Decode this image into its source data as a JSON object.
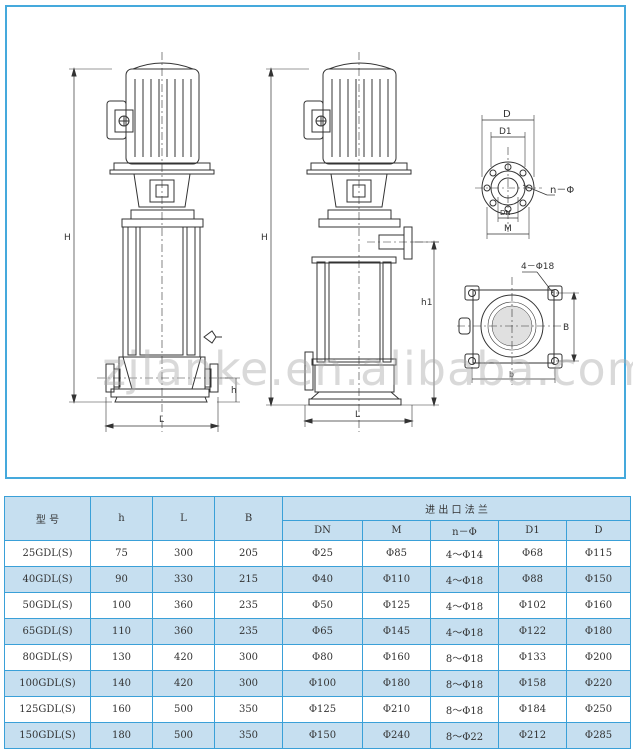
{
  "drawing": {
    "labels": {
      "H1": "H",
      "H2": "H",
      "h1": "h",
      "h2": "h1",
      "L1": "L",
      "L2": "L",
      "D": "D",
      "D1": "D1",
      "DN": "DN",
      "M": "M",
      "n_phi": "n－Φ",
      "holes": "4－Φ18",
      "B": "B",
      "b_small": "b"
    },
    "watermark": "zjlanke.en.alibaba.com",
    "line_color": "#333333",
    "border_color": "#45a9dc"
  },
  "table": {
    "header": {
      "model": "型  号",
      "h": "h",
      "L": "L",
      "B": "B",
      "flange": "进 出 口 法 兰",
      "DN": "DN",
      "M": "M",
      "n_phi": "n－Φ",
      "D1": "D1",
      "D": "D"
    },
    "rows": [
      {
        "model": "25GDL(S)",
        "h": "75",
        "L": "300",
        "B": "205",
        "DN": "Φ25",
        "M": "Φ85",
        "n_phi": "4～Φ14",
        "D1": "Φ68",
        "D": "Φ115"
      },
      {
        "model": "40GDL(S)",
        "h": "90",
        "L": "330",
        "B": "215",
        "DN": "Φ40",
        "M": "Φ110",
        "n_phi": "4～Φ18",
        "D1": "Φ88",
        "D": "Φ150"
      },
      {
        "model": "50GDL(S)",
        "h": "100",
        "L": "360",
        "B": "235",
        "DN": "Φ50",
        "M": "Φ125",
        "n_phi": "4～Φ18",
        "D1": "Φ102",
        "D": "Φ160"
      },
      {
        "model": "65GDL(S)",
        "h": "110",
        "L": "360",
        "B": "235",
        "DN": "Φ65",
        "M": "Φ145",
        "n_phi": "4～Φ18",
        "D1": "Φ122",
        "D": "Φ180"
      },
      {
        "model": "80GDL(S)",
        "h": "130",
        "L": "420",
        "B": "300",
        "DN": "Φ80",
        "M": "Φ160",
        "n_phi": "8～Φ18",
        "D1": "Φ133",
        "D": "Φ200"
      },
      {
        "model": "100GDL(S)",
        "h": "140",
        "L": "420",
        "B": "300",
        "DN": "Φ100",
        "M": "Φ180",
        "n_phi": "8～Φ18",
        "D1": "Φ158",
        "D": "Φ220"
      },
      {
        "model": "125GDL(S)",
        "h": "160",
        "L": "500",
        "B": "350",
        "DN": "Φ125",
        "M": "Φ210",
        "n_phi": "8～Φ18",
        "D1": "Φ184",
        "D": "Φ250"
      },
      {
        "model": "150GDL(S)",
        "h": "180",
        "L": "500",
        "B": "350",
        "DN": "Φ150",
        "M": "Φ240",
        "n_phi": "8～Φ22",
        "D1": "Φ212",
        "D": "Φ285"
      }
    ],
    "alt_color": "#c6dff0",
    "border_color": "#3aa0d8"
  }
}
